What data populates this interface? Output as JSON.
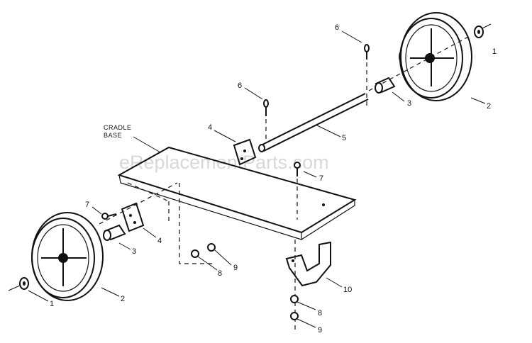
{
  "watermark": "eReplacementParts.com",
  "base_label": {
    "line1": "CRADLE",
    "line2": "BASE"
  },
  "callouts": {
    "washer_right": "1",
    "wheel_right": "2",
    "spacer_right": "3",
    "bracket_top": "4",
    "axle": "5",
    "pin_top_right": "6",
    "pin_top_mid": "6",
    "bolt_top": "7",
    "bolt_left": "7",
    "bracket_left": "4",
    "spacer_left": "3",
    "washer_left": "1",
    "wheel_left": "2",
    "lockwasher_mid": "8",
    "nut_mid": "9",
    "lockwasher_bottom": "8",
    "nut_bottom": "9",
    "foot_bracket": "10"
  }
}
